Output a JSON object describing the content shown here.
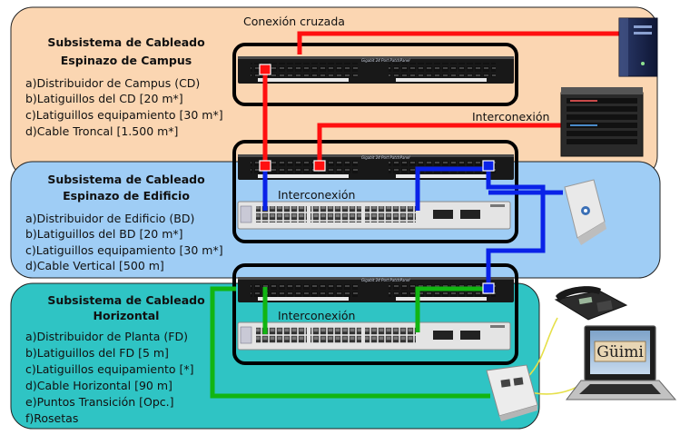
{
  "colors": {
    "campus_bg": "#fbd6b2",
    "building_bg": "#9fcdf5",
    "horizontal_bg": "#2fc4c4",
    "red_cable": "#ff1010",
    "blue_cable": "#0a22e8",
    "green_cable": "#12b512",
    "phone_cord": "#e6e04a"
  },
  "campus": {
    "title_line1": "Subsistema de Cableado",
    "title_line2": "Espinazo de Campus",
    "items": [
      "a)Distribuidor de Campus (CD)",
      "b)Latiguillos del CD [20 m*]",
      "c)Latiguillos equipamiento [30 m*]",
      "d)Cable Troncal [1.500 m*]"
    ],
    "cross_label": "Conexión cruzada",
    "inter_label": "Interconexión"
  },
  "building": {
    "title_line1": "Subsistema de Cableado",
    "title_line2": "Espinazo de Edificio",
    "items": [
      "a)Distribuidor de Edificio (BD)",
      "b)Latiguillos del BD [20 m*]",
      "c)Latiguillos equipamiento [30 m*]",
      "d)Cable Vertical [500 m]"
    ],
    "inter_label": "Interconexión"
  },
  "horizontal": {
    "title_line1": "Subsistema de Cableado",
    "title_line2": "Horizontal",
    "items": [
      "a)Distribuidor de Planta (FD)",
      "b)Latiguillos del FD [5 m]",
      "c)Latiguillos equipamiento [*]",
      "d)Cable Horizontal [90 m]",
      "e)Puntos Transición [Opc.]",
      "f)Rosetas"
    ],
    "inter_label": "Interconexión"
  },
  "laptop_screen_text": "Güimi",
  "icons": [
    "server-tower-icon",
    "router-chassis-icon",
    "voip-adapter-icon",
    "ip-phone-icon",
    "laptop-icon",
    "wall-outlet-icon",
    "patch-panel-icon",
    "network-switch-icon"
  ]
}
